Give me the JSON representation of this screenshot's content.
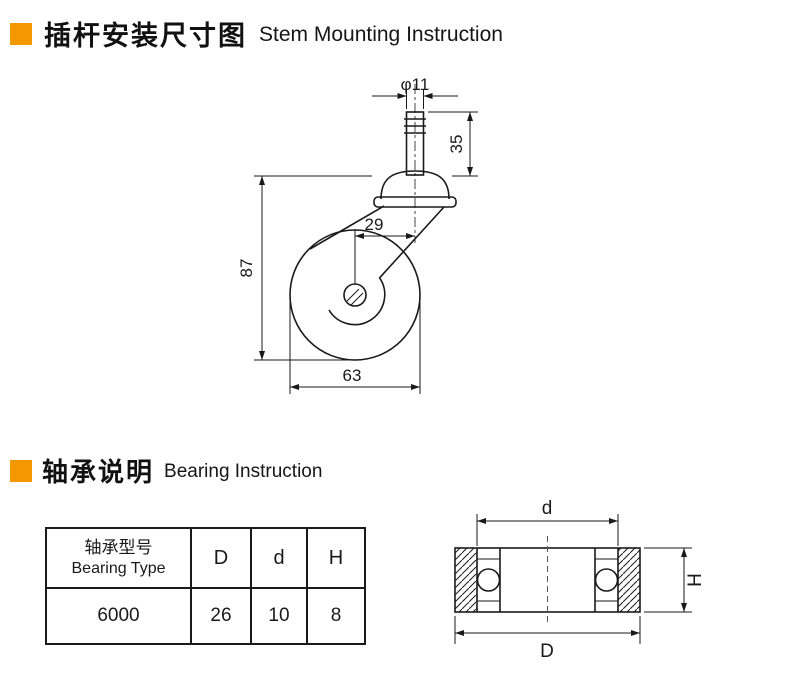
{
  "accent_color": "#F39800",
  "ink_color": "#1A1A1A",
  "stem_section": {
    "title_zh": "插杆安装尺寸图",
    "title_en": "Stem Mounting Instruction",
    "dims": {
      "stem_diameter": "φ11",
      "stem_length": "35",
      "stem_offset": "29",
      "overall_height": "87",
      "wheel_diameter": "63"
    }
  },
  "bearing_section": {
    "title_zh": "轴承说明",
    "title_en": "Bearing Instruction",
    "table": {
      "headers": {
        "type_zh": "轴承型号",
        "type_en": "Bearing Type",
        "outer_diameter": "D",
        "bore": "d",
        "width": "H"
      },
      "row": {
        "bearing_type": "6000",
        "outer_diameter": "26",
        "bore": "10",
        "width": "8"
      }
    },
    "labels": {
      "bore": "d",
      "outer_diameter": "D",
      "width": "H"
    }
  }
}
